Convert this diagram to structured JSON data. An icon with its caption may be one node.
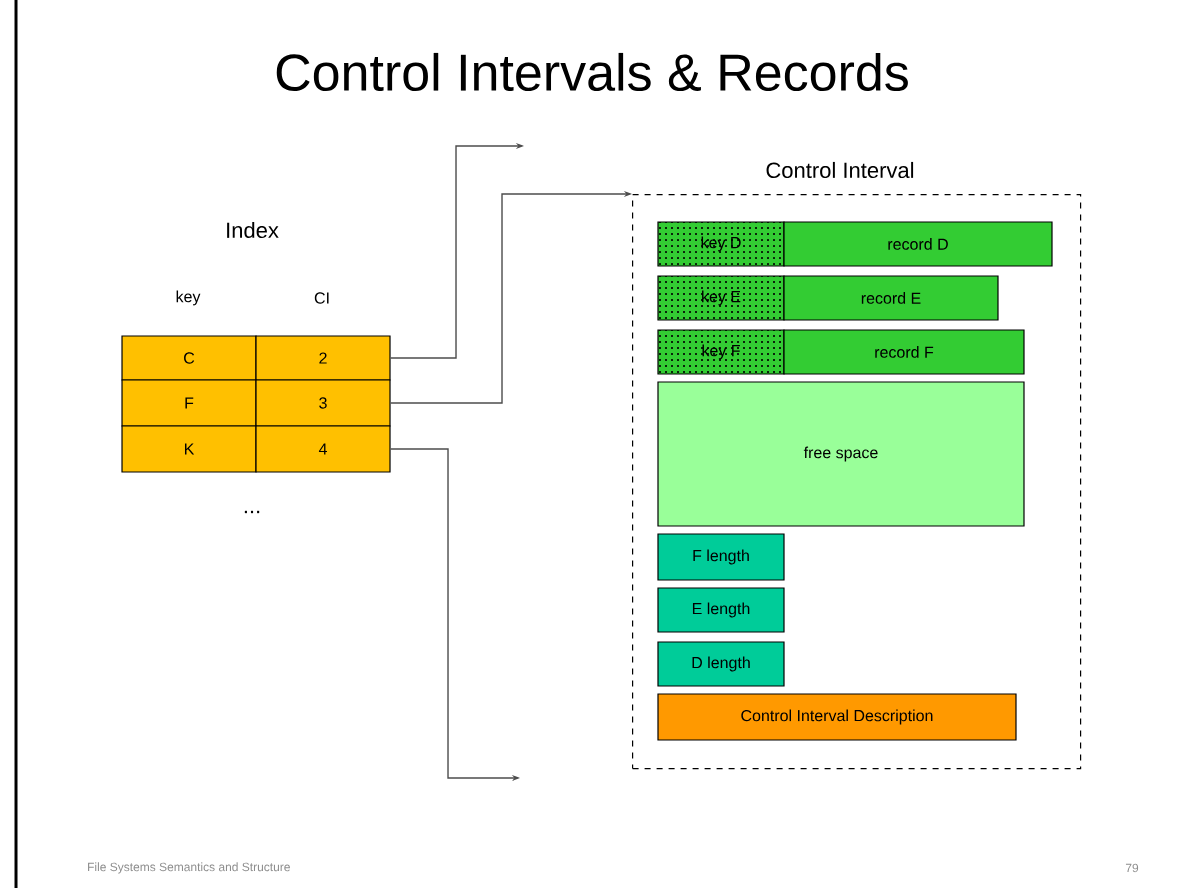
{
  "diagram": {
    "title": "Control Intervals & Records",
    "nodes": [
      {
        "text": [
          "Control Interval"
        ]
      },
      {
        "text": [
          "key D"
        ],
        "in": 0
      },
      {
        "text": [
          "record D"
        ],
        "in": 0
      },
      {
        "text": [
          "key E"
        ],
        "in": 0
      },
      {
        "text": [
          "record E"
        ],
        "in": 0
      },
      {
        "text": [
          "key F"
        ],
        "in": 0
      },
      {
        "text": [
          "record F"
        ],
        "in": 0
      },
      {
        "text": [
          "free space"
        ],
        "in": 0
      },
      {
        "text": [
          "F length"
        ],
        "in": 0
      },
      {
        "text": [
          "E length"
        ],
        "in": 0
      },
      {
        "text": [
          "D length"
        ],
        "in": 0
      },
      {
        "text": [
          "Control Interval Description"
        ],
        "in": 0
      },
      {
        "text": [
          "C"
        ]
      },
      {
        "text": [
          "2"
        ]
      },
      {
        "text": [
          "F"
        ]
      },
      {
        "text": [
          "3"
        ]
      },
      {
        "text": [
          "K"
        ]
      },
      {
        "text": [
          "4"
        ]
      }
    ],
    "edges": [
      {
        "from": 13,
        "to": null,
        "arrow": "to"
      },
      {
        "from": 15,
        "to": 0,
        "arrow": "to"
      },
      {
        "from": 17,
        "to": null,
        "arrow": "to"
      }
    ],
    "labels": [
      "Index",
      "key",
      "CI",
      "...",
      "File Systems Semantics and Structure",
      "79"
    ]
  }
}
